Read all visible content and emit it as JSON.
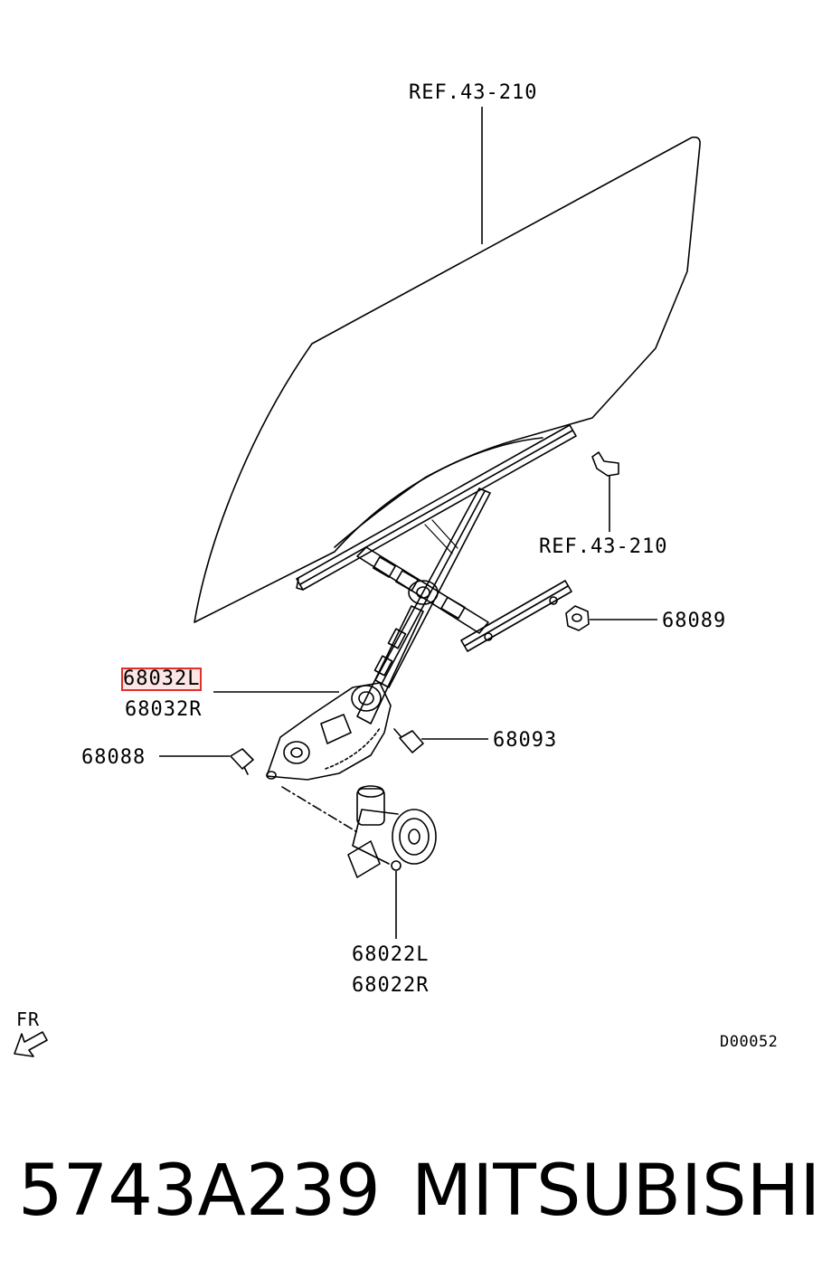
{
  "diagram": {
    "labels": {
      "ref_glass": "REF.43-210",
      "ref_bolt": "REF.43-210",
      "p68089": "68089",
      "p68032L": "68032L",
      "p68032R": "68032R",
      "p68093": "68093",
      "p68088": "68088",
      "p68022L": "68022L",
      "p68022R": "68022R",
      "fr": "FR",
      "diagram_code": "D00052"
    },
    "highlight_color": "#e0302a"
  },
  "footer": {
    "part_number": "5743A239",
    "brand": "MITSUBISHI"
  }
}
